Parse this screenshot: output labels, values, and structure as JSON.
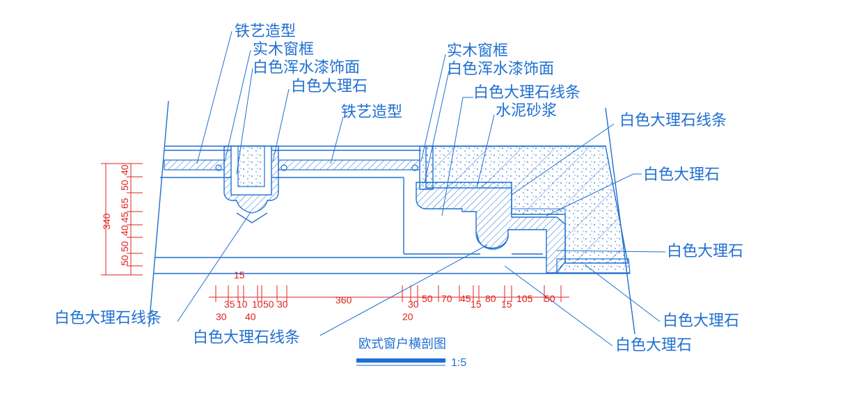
{
  "drawing": {
    "title": "欧式窗户横剖图",
    "scale": "1:5",
    "colors": {
      "lines": "#1f6fd1",
      "dimensions": "#e02020",
      "hatch": "#4a7fd4"
    },
    "labels": {
      "iron_art_top": "铁艺造型",
      "wood_frame_left": "实木窗框",
      "white_paint_left": "白色浑水漆饰面",
      "white_marble_left": "白色大理石",
      "iron_art_mid": "铁艺造型",
      "wood_frame_right": "实木窗框",
      "white_paint_right": "白色浑水漆饰面",
      "marble_strip_top": "白色大理石线条",
      "cement_mortar": "水泥砂浆",
      "marble_strip_right": "白色大理石线条",
      "marble_right_1": "白色大理石",
      "marble_right_2": "白色大理石",
      "marble_right_3": "白色大理石",
      "marble_right_4": "白色大理石",
      "marble_strip_bottom_left": "白色大理石线条",
      "marble_strip_bottom_mid": "白色大理石线条"
    },
    "vertical_dims": [
      "40",
      "50",
      "65",
      "45",
      "40",
      "50",
      "50",
      "340"
    ],
    "horizontal_dims_upper": [
      "15"
    ],
    "horizontal_dims_main": [
      "35",
      "10",
      "10",
      "50",
      "30",
      "360",
      "30",
      "50",
      "70",
      "45",
      "80",
      "105",
      "50"
    ],
    "horizontal_dims_lower": [
      "30",
      "40",
      "20",
      "15",
      "15"
    ]
  }
}
